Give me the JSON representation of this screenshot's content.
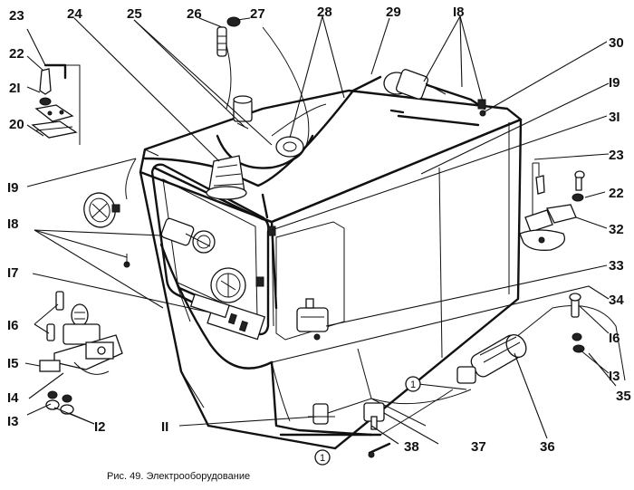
{
  "figure": {
    "caption": "Рис. 49. Электрооборудование"
  },
  "callouts": [
    {
      "id": "c23-left",
      "text": "23"
    },
    {
      "id": "c22-left",
      "text": "22"
    },
    {
      "id": "c21",
      "text": "2I"
    },
    {
      "id": "c20",
      "text": "20"
    },
    {
      "id": "c24",
      "text": "24"
    },
    {
      "id": "c25",
      "text": "25"
    },
    {
      "id": "c26",
      "text": "26"
    },
    {
      "id": "c27",
      "text": "27"
    },
    {
      "id": "c28",
      "text": "28"
    },
    {
      "id": "c29",
      "text": "29"
    },
    {
      "id": "c18-top",
      "text": "I8"
    },
    {
      "id": "c30",
      "text": "30"
    },
    {
      "id": "c19-right",
      "text": "I9"
    },
    {
      "id": "c31",
      "text": "3I"
    },
    {
      "id": "c19-left",
      "text": "I9"
    },
    {
      "id": "c23-right",
      "text": "23"
    },
    {
      "id": "c22-right",
      "text": "22"
    },
    {
      "id": "c32",
      "text": "32"
    },
    {
      "id": "c18-left",
      "text": "I8"
    },
    {
      "id": "c17",
      "text": "I7"
    },
    {
      "id": "c33",
      "text": "33"
    },
    {
      "id": "c34",
      "text": "34"
    },
    {
      "id": "c16-left",
      "text": "I6"
    },
    {
      "id": "c16-right",
      "text": "I6"
    },
    {
      "id": "c15",
      "text": "I5"
    },
    {
      "id": "c13-right",
      "text": "I3"
    },
    {
      "id": "c14",
      "text": "I4"
    },
    {
      "id": "c35",
      "text": "35"
    },
    {
      "id": "c13-left",
      "text": "I3"
    },
    {
      "id": "c12",
      "text": "I2"
    },
    {
      "id": "c11",
      "text": "II"
    },
    {
      "id": "c38",
      "text": "38"
    },
    {
      "id": "c37",
      "text": "37"
    },
    {
      "id": "c36",
      "text": "36"
    }
  ],
  "circled_markers": [
    {
      "id": "m1a",
      "text": "1"
    },
    {
      "id": "m1b",
      "text": "1"
    }
  ]
}
